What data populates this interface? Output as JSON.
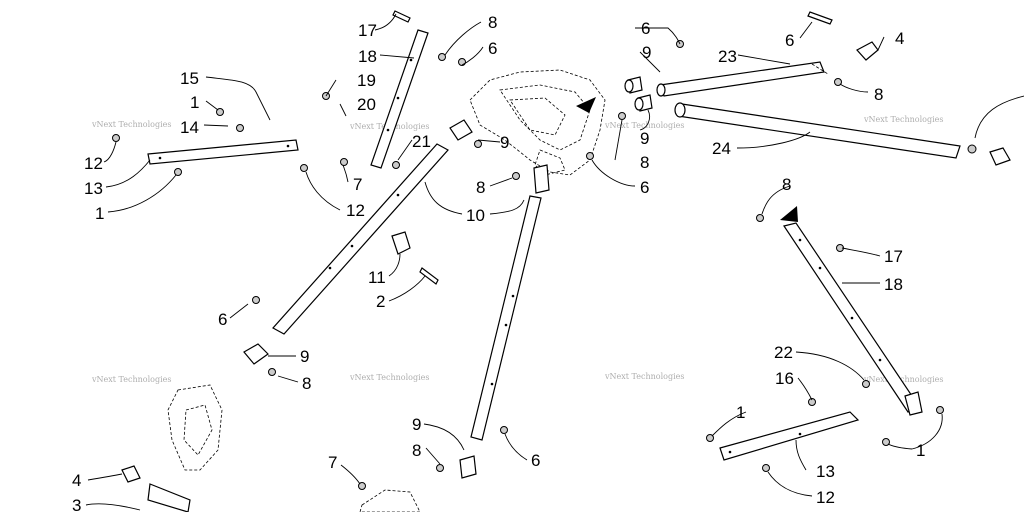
{
  "watermark": "vNext Technologies",
  "callouts": [
    "1",
    "2",
    "3",
    "4",
    "6",
    "7",
    "8",
    "9",
    "10",
    "11",
    "12",
    "13",
    "14",
    "15",
    "16",
    "17",
    "18",
    "19",
    "20",
    "21",
    "22",
    "23",
    "24"
  ]
}
